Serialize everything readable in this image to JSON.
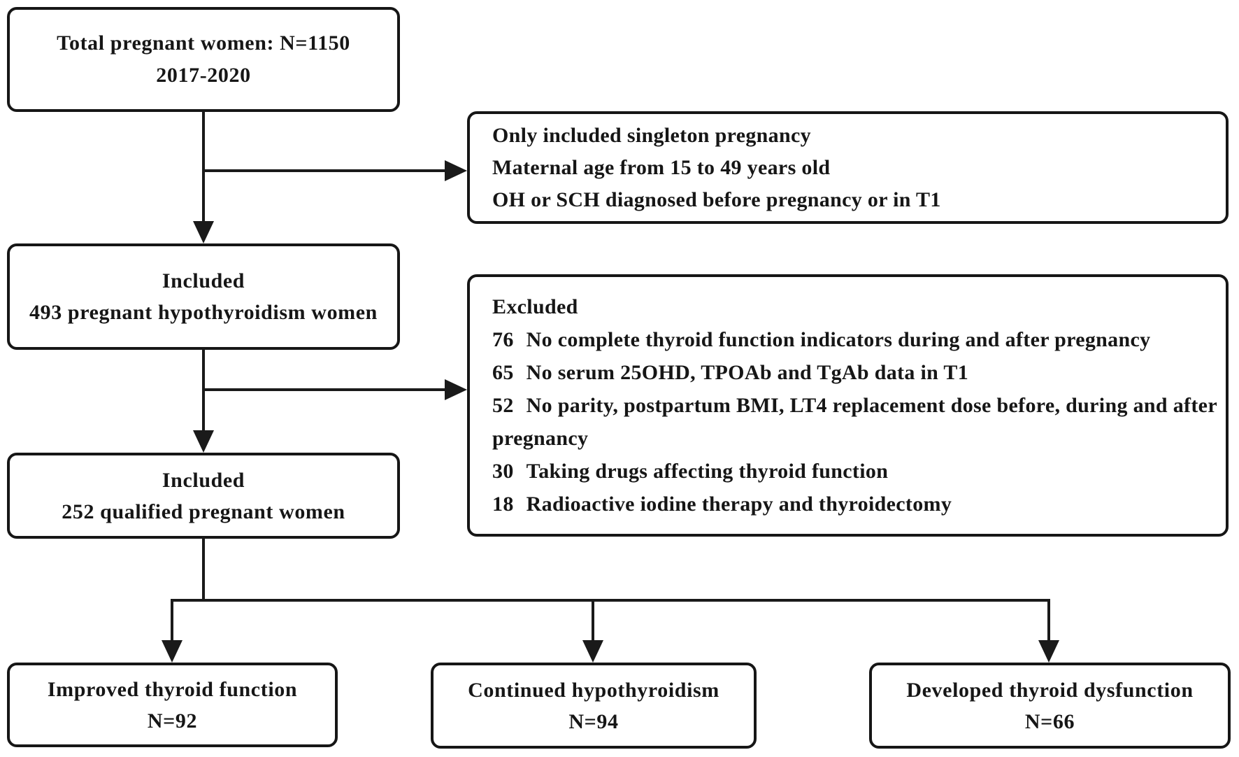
{
  "figure": {
    "type": "study-flow-diagram",
    "background_color": "#ffffff",
    "line_color": "#1a1a1a",
    "text_color": "#161616"
  },
  "boxes": {
    "total": {
      "line1": "Total pregnant women: N=1150",
      "line2": "2017-2020"
    },
    "criteria": {
      "lines": [
        "Only included singleton pregnancy",
        "Maternal age from 15 to 49 years old",
        "OH or SCH diagnosed before pregnancy or in T1"
      ]
    },
    "included_493": {
      "line1": "Included",
      "line2": "493 pregnant hypothyroidism women"
    },
    "excluded": {
      "header": "Excluded",
      "items": [
        {
          "count": "76",
          "reason": "No complete thyroid function indicators during and after pregnancy"
        },
        {
          "count": "65",
          "reason": "No serum 25OHD, TPOAb and TgAb data in T1"
        },
        {
          "count": "52",
          "reason": "No parity, postpartum BMI, LT4 replacement dose before, during and after pregnancy"
        },
        {
          "count": "30",
          "reason": "Taking drugs affecting thyroid function"
        },
        {
          "count": "18",
          "reason": "Radioactive iodine therapy and thyroidectomy"
        }
      ]
    },
    "included_252": {
      "line1": "Included",
      "line2": "252 qualified pregnant women"
    },
    "outcome_improved": {
      "line1": "Improved thyroid function",
      "line2": "N=92"
    },
    "outcome_continued": {
      "line1": "Continued hypothyroidism",
      "line2": "N=94"
    },
    "outcome_developed": {
      "line1": "Developed thyroid dysfunction",
      "line2": "N=66"
    }
  }
}
